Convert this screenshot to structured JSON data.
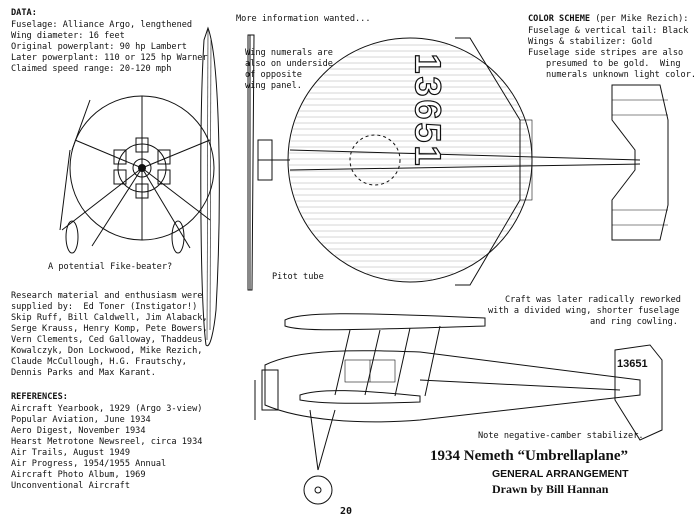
{
  "data_block": {
    "heading": "DATA:",
    "lines": [
      "Fuselage: Alliance Argo, lengthened",
      "Wing diameter: 16 feet",
      "Original powerplant: 90 hp Lambert",
      "Later powerplant: 110 or 125 hp Warner",
      "Claimed speed range: 20-120 mph"
    ]
  },
  "more_info": "More information wanted...",
  "wing_numerals_note": [
    "Wing numerals are",
    "also on underside",
    "of opposite",
    "wing panel."
  ],
  "color_scheme": {
    "heading": "COLOR SCHEME",
    "credit": "(per Mike Rezich):",
    "lines": [
      "Fuselage & vertical tail: Black",
      "Wings & stabilizer: Gold",
      "Fuselage side stripes are also",
      "presumed to be gold.  Wing",
      "numerals unknown light color."
    ]
  },
  "fike_caption": "A potential Fike-beater?",
  "pitot_label": "Pitot tube",
  "research": {
    "lines": [
      "Research material and enthusiasm were",
      "supplied by:  Ed Toner (Instigator!)",
      "Skip Ruff, Bill Caldwell, Jim Alaback,",
      "Serge Krauss, Henry Komp, Pete Bowers,",
      "Vern Clements, Ced Galloway, Thaddeus",
      "Kowalczyk, Don Lockwood, Mike Rezich,",
      "Claude McCullough, H.G. Frautschy,",
      "Dennis Parks and Max Karant."
    ]
  },
  "references": {
    "heading": "REFERENCES:",
    "lines": [
      "Aircraft Yearbook, 1929 (Argo 3-view)",
      "Popular Aviation, June 1934",
      "Aero Digest, November 1934",
      "Hearst Metrotone Newsreel, circa 1934",
      "Air Trails, August 1949",
      "Air Progress, 1954/1955 Annual",
      "Aircraft Photo Album, 1969",
      "Unconventional Aircraft"
    ]
  },
  "craft_note": [
    "Craft was later radically reworked",
    "with a divided wing, shorter fuselage",
    "and ring cowling."
  ],
  "stabilizer_note": "Note negative-camber stabilizer.",
  "wing_registration": "13651",
  "tail_registration": "13651",
  "title_block": {
    "title": "1934 Nemeth “Umbrellaplane”",
    "subtitle": "GENERAL ARRANGEMENT",
    "credit": "Drawn by Bill Hannan"
  },
  "page_number": "20"
}
